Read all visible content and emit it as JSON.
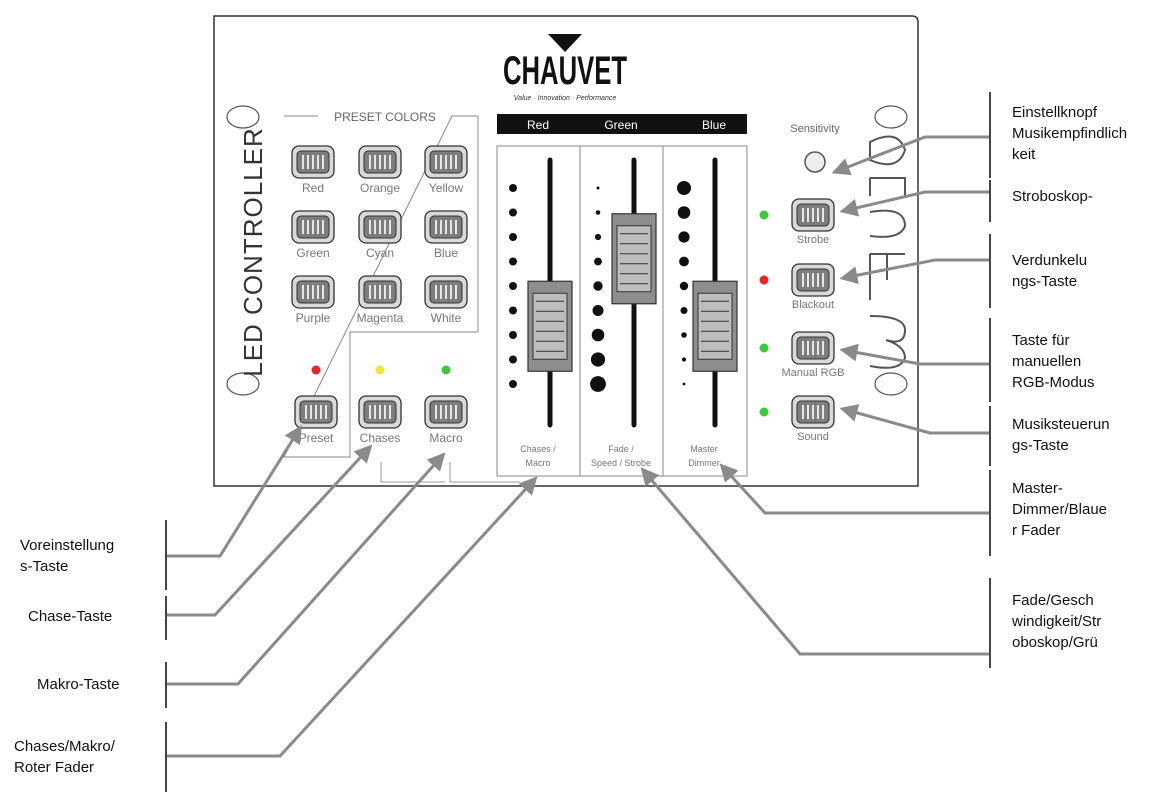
{
  "device": {
    "brand": "CHAUVET",
    "tagline": "Value · Innovation · Performance",
    "vertical_label": "LED CONTROLLER",
    "model_glyph": "Obey 3"
  },
  "preset_colors": {
    "title": "PRESET COLORS",
    "buttons": [
      "Red",
      "Orange",
      "Yellow",
      "Green",
      "Cyan",
      "Blue",
      "Purple",
      "Magenta",
      "White"
    ]
  },
  "mode_buttons": [
    {
      "label": "Preset",
      "led": "#e8262a"
    },
    {
      "label": "Chases",
      "led": "#f4e23c"
    },
    {
      "label": "Macro",
      "led": "#3cc83c"
    }
  ],
  "fader_section": {
    "headers": [
      "Red",
      "Green",
      "Blue"
    ],
    "labels": [
      {
        "line1": "Chases /",
        "line2": "Macro"
      },
      {
        "line1": "Fade /",
        "line2": "Speed / Strobe"
      },
      {
        "line1": "Master",
        "line2": "Dimmer"
      }
    ],
    "positions": [
      0.75,
      0.25,
      0.75
    ]
  },
  "right_controls": {
    "sensitivity_label": "Sensitivity",
    "buttons": [
      {
        "label": "Strobe",
        "led": "#3cc83c"
      },
      {
        "label": "Blackout",
        "led": "#e8262a"
      },
      {
        "label": "Manual RGB",
        "led": "#3cc83c"
      },
      {
        "label": "Sound",
        "led": "#3cc83c"
      }
    ]
  },
  "annotations_right": [
    {
      "lines": [
        "Einstellknopf",
        "Musikempfindlich",
        "keit"
      ]
    },
    {
      "lines": [
        "Stroboskop-"
      ]
    },
    {
      "lines": [
        "Verdunkelu",
        "ngs-Taste"
      ]
    },
    {
      "lines": [
        "Taste für",
        "manuellen",
        "RGB-Modus"
      ]
    },
    {
      "lines": [
        "Musiksteuerun",
        "gs-Taste"
      ]
    },
    {
      "lines": [
        "Master-",
        "Dimmer/Blaue",
        "r Fader"
      ]
    },
    {
      "lines": [
        "Fade/Gesch",
        "windigkeit/Str",
        "oboskop/Grü"
      ]
    }
  ],
  "annotations_left": [
    {
      "lines": [
        "Voreinstellung",
        "s-Taste"
      ]
    },
    {
      "lines": [
        "Chase-Taste"
      ]
    },
    {
      "lines": [
        "Makro-Taste"
      ]
    },
    {
      "lines": [
        "Chases/Makro/",
        "Roter Fader"
      ]
    }
  ],
  "colors": {
    "panel_stroke": "#333333",
    "button_fill": "#7d7d7d",
    "arrow": "#8a8a8a",
    "header_bg": "#111111"
  }
}
